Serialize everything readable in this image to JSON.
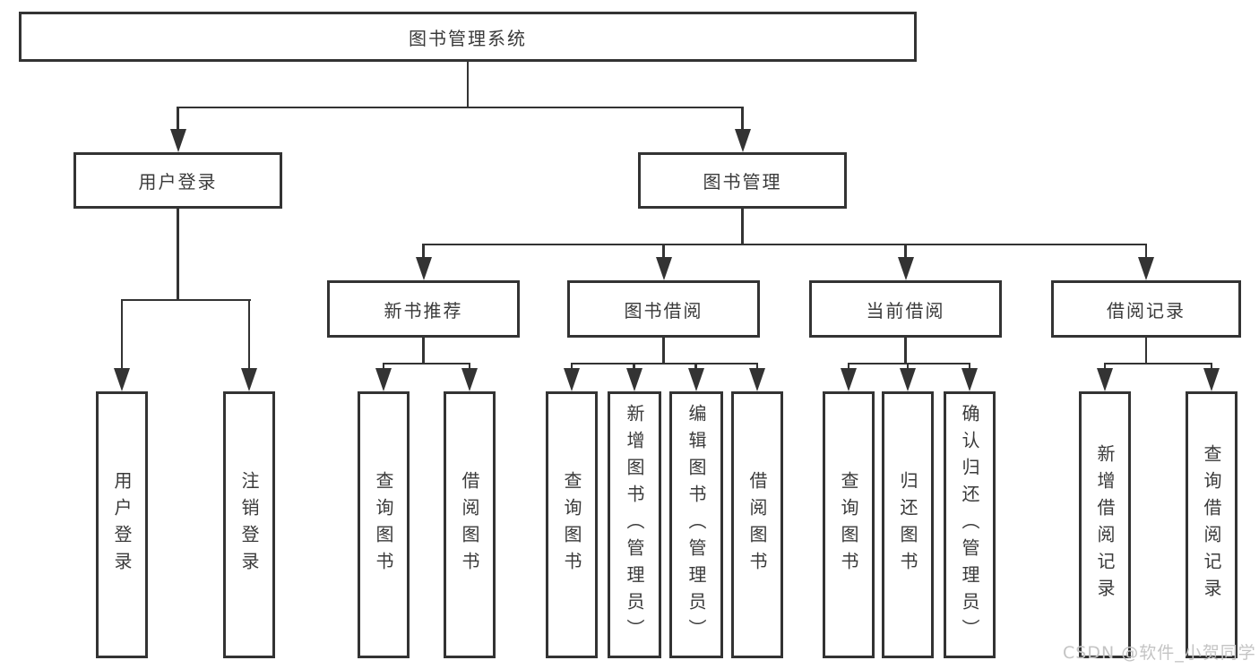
{
  "diagram": {
    "root": {
      "label": "图书管理系统"
    },
    "branches": [
      {
        "label": "用户登录",
        "children": [
          {
            "label": "用户登录"
          },
          {
            "label": "注销登录"
          }
        ]
      },
      {
        "label": "图书管理",
        "children": [
          {
            "label": "新书推荐",
            "children": [
              {
                "label": "查询图书"
              },
              {
                "label": "借阅图书"
              }
            ]
          },
          {
            "label": "图书借阅",
            "children": [
              {
                "label": "查询图书"
              },
              {
                "label": "新增图书（管理员）"
              },
              {
                "label": "编辑图书（管理员）"
              },
              {
                "label": "借阅图书"
              }
            ]
          },
          {
            "label": "当前借阅",
            "children": [
              {
                "label": "查询图书"
              },
              {
                "label": "归还图书"
              },
              {
                "label": "确认归还（管理员）"
              }
            ]
          },
          {
            "label": "借阅记录",
            "children": [
              {
                "label": "新增借阅记录"
              },
              {
                "label": "查询借阅记录"
              }
            ]
          }
        ]
      }
    ]
  },
  "watermark": "CSDN @软件_小贺同学",
  "colors": {
    "line": "#333333",
    "box_border": "#333333",
    "text": "#3a3a3a",
    "watermark": "#c4c4c4",
    "background": "#ffffff"
  }
}
